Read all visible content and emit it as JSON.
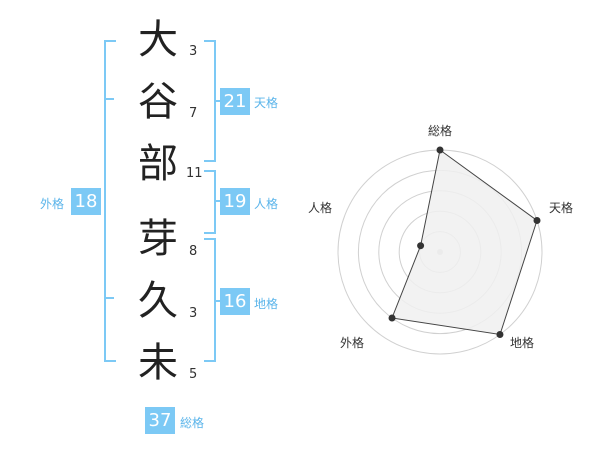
{
  "name": {
    "characters": [
      {
        "char": "大",
        "strokes": "3"
      },
      {
        "char": "谷",
        "strokes": "7"
      },
      {
        "char": "部",
        "strokes": "11"
      },
      {
        "char": "芽",
        "strokes": "8"
      },
      {
        "char": "久",
        "strokes": "3"
      },
      {
        "char": "未",
        "strokes": "5"
      }
    ]
  },
  "fortunes": {
    "tenkaku": {
      "value": "21",
      "label": "天格"
    },
    "jinkaku": {
      "value": "19",
      "label": "人格"
    },
    "chikaku": {
      "value": "16",
      "label": "地格"
    },
    "gaikaku": {
      "value": "18",
      "label": "外格"
    },
    "soukaku": {
      "value": "37",
      "label": "総格"
    }
  },
  "colors": {
    "accent": "#7cc9f5",
    "accent_text": "#5ab4ea",
    "radar_fill": "#f0f0f0",
    "radar_line": "#444444",
    "grid": "#d0d0d0"
  },
  "radar": {
    "axes": [
      "総格",
      "天格",
      "地格",
      "外格",
      "人格"
    ],
    "max": 5,
    "values": [
      5,
      5,
      5,
      4,
      1
    ]
  }
}
